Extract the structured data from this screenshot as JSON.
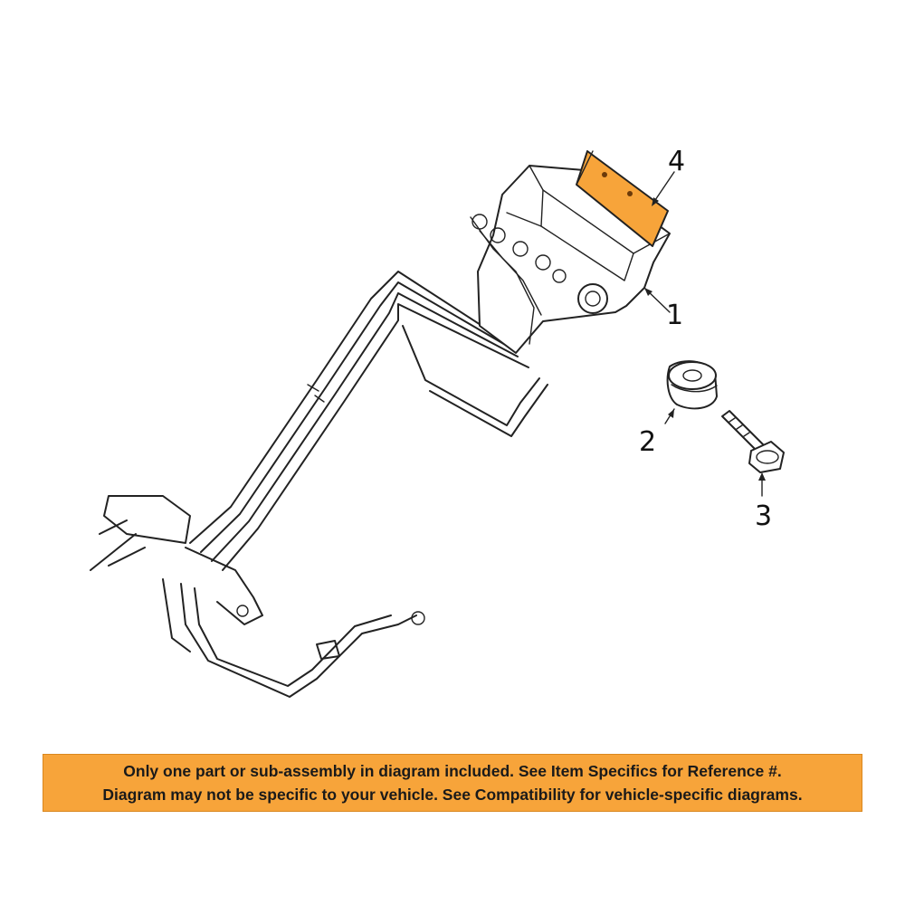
{
  "callouts": {
    "part1": "1",
    "part2": "2",
    "part3": "3",
    "part4": "4"
  },
  "highlight_color": "#f7a43a",
  "notice": {
    "line1": "Only one part or sub-assembly in diagram included. See Item Specifics for Reference #.",
    "line2": "Diagram may not be specific to your vehicle. See Compatibility for vehicle-specific diagrams."
  }
}
